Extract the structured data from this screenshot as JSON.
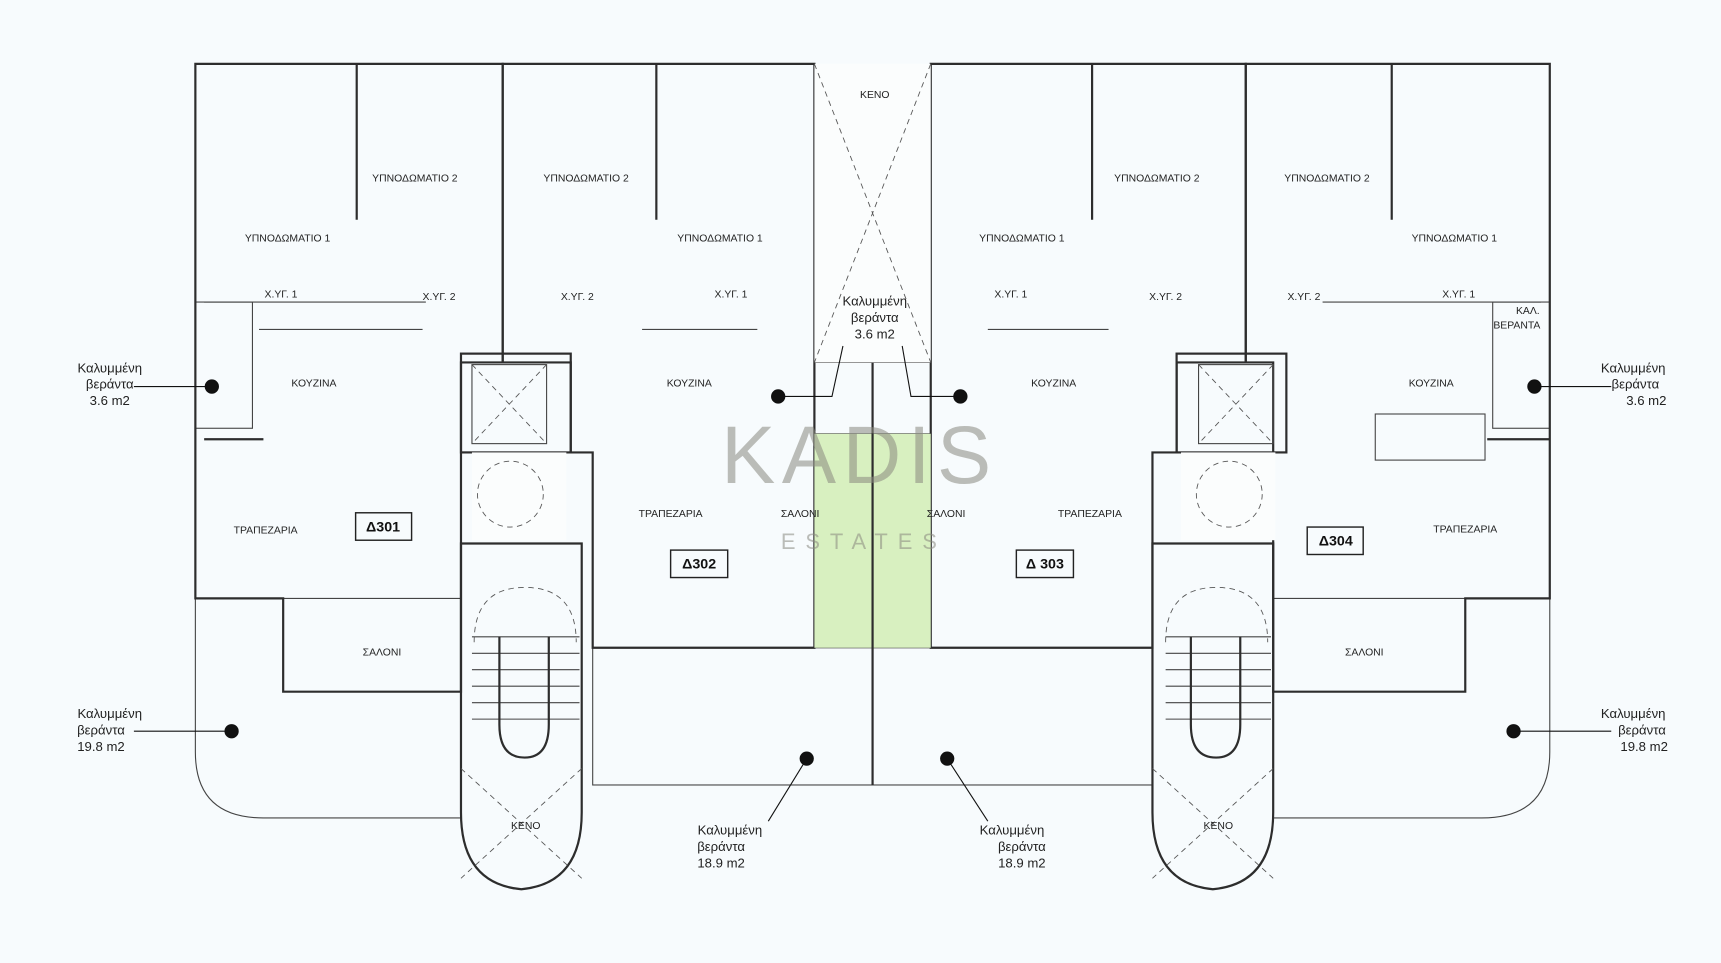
{
  "colors": {
    "green": "#d8f0c0",
    "yellow": "#fafad0",
    "background": "#f7fbfd",
    "grid": "#c8d0d0",
    "wall": "#2d2d2d"
  },
  "watermark": {
    "main": "KADIS",
    "sub": "ESTATES"
  },
  "units": {
    "d301": {
      "label": "Δ301",
      "bedroom1": "ΥΠΝΟΔΩΜΑΤΙΟ 1",
      "bedroom2": "ΥΠΝΟΔΩΜΑΤΙΟ 2",
      "bath1": "Χ.ΥΓ. 1",
      "bath2": "Χ.ΥΓ. 2",
      "kitchen": "ΚΟΥΖΙΝΑ",
      "dining": "ΤΡΑΠΕΖΑΡΙΑ",
      "living": "ΣΑΛΟΝΙ"
    },
    "d302": {
      "label": "Δ302",
      "bedroom1": "ΥΠΝΟΔΩΜΑΤΙΟ 1",
      "bedroom2": "ΥΠΝΟΔΩΜΑΤΙΟ 2",
      "bath1": "Χ.ΥΓ. 1",
      "bath2": "Χ.ΥΓ. 2",
      "kitchen": "ΚΟΥΖΙΝΑ",
      "dining": "ΤΡΑΠΕΖΑΡΙΑ",
      "living": "ΣΑΛΟΝΙ"
    },
    "d303": {
      "label": "Δ 303",
      "bedroom1": "ΥΠΝΟΔΩΜΑΤΙΟ 1",
      "bedroom2": "ΥΠΝΟΔΩΜΑΤΙΟ 2",
      "bath1": "Χ.ΥΓ. 1",
      "bath2": "Χ.ΥΓ. 2",
      "kitchen": "ΚΟΥΖΙΝΑ",
      "dining": "ΤΡΑΠΕΖΑΡΙΑ",
      "living": "ΣΑΛΟΝΙ"
    },
    "d304": {
      "label": "Δ304",
      "bedroom1": "ΥΠΝΟΔΩΜΑΤΙΟ 1",
      "bedroom2": "ΥΠΝΟΔΩΜΑΤΙΟ 2",
      "bath1": "Χ.ΥΓ. 1",
      "bath2": "Χ.ΥΓ. 2",
      "kitchen": "ΚΟΥΖΙΝΑ",
      "dining": "ΤΡΑΠΕΖΑΡΙΑ",
      "living": "ΣΑΛΟΝΙ",
      "small_veranda_1": "ΚΑΛ.",
      "small_veranda_2": "ΒΕΡΑΝΤΑ"
    }
  },
  "voids": {
    "top": "ΚΕΝΟ",
    "stair_left": "ΚΕΝΟ",
    "stair_right": "ΚΕΝΟ"
  },
  "verandas": {
    "left_small": {
      "line1": "Καλυμμένη",
      "line2": "βεράντα",
      "area": "3.6 m2"
    },
    "right_small": {
      "line1": "Καλυμμένη",
      "line2": "βεράντα",
      "area": "3.6 m2"
    },
    "center_small": {
      "line1": "Καλυμμένη",
      "line2": "βεράντα",
      "area": "3.6 m2"
    },
    "left_large": {
      "line1": "Καλυμμένη",
      "line2": "βεράντα",
      "area": "19.8 m2"
    },
    "right_large": {
      "line1": "Καλυμμένη",
      "line2": "βεράντα",
      "area": "19.8 m2"
    },
    "center_left": {
      "line1": "Καλυμμένη",
      "line2": "βεράντα",
      "area": "18.9 m2"
    },
    "center_right": {
      "line1": "Καλυμμένη",
      "line2": "βεράντα",
      "area": "18.9 m2"
    }
  }
}
